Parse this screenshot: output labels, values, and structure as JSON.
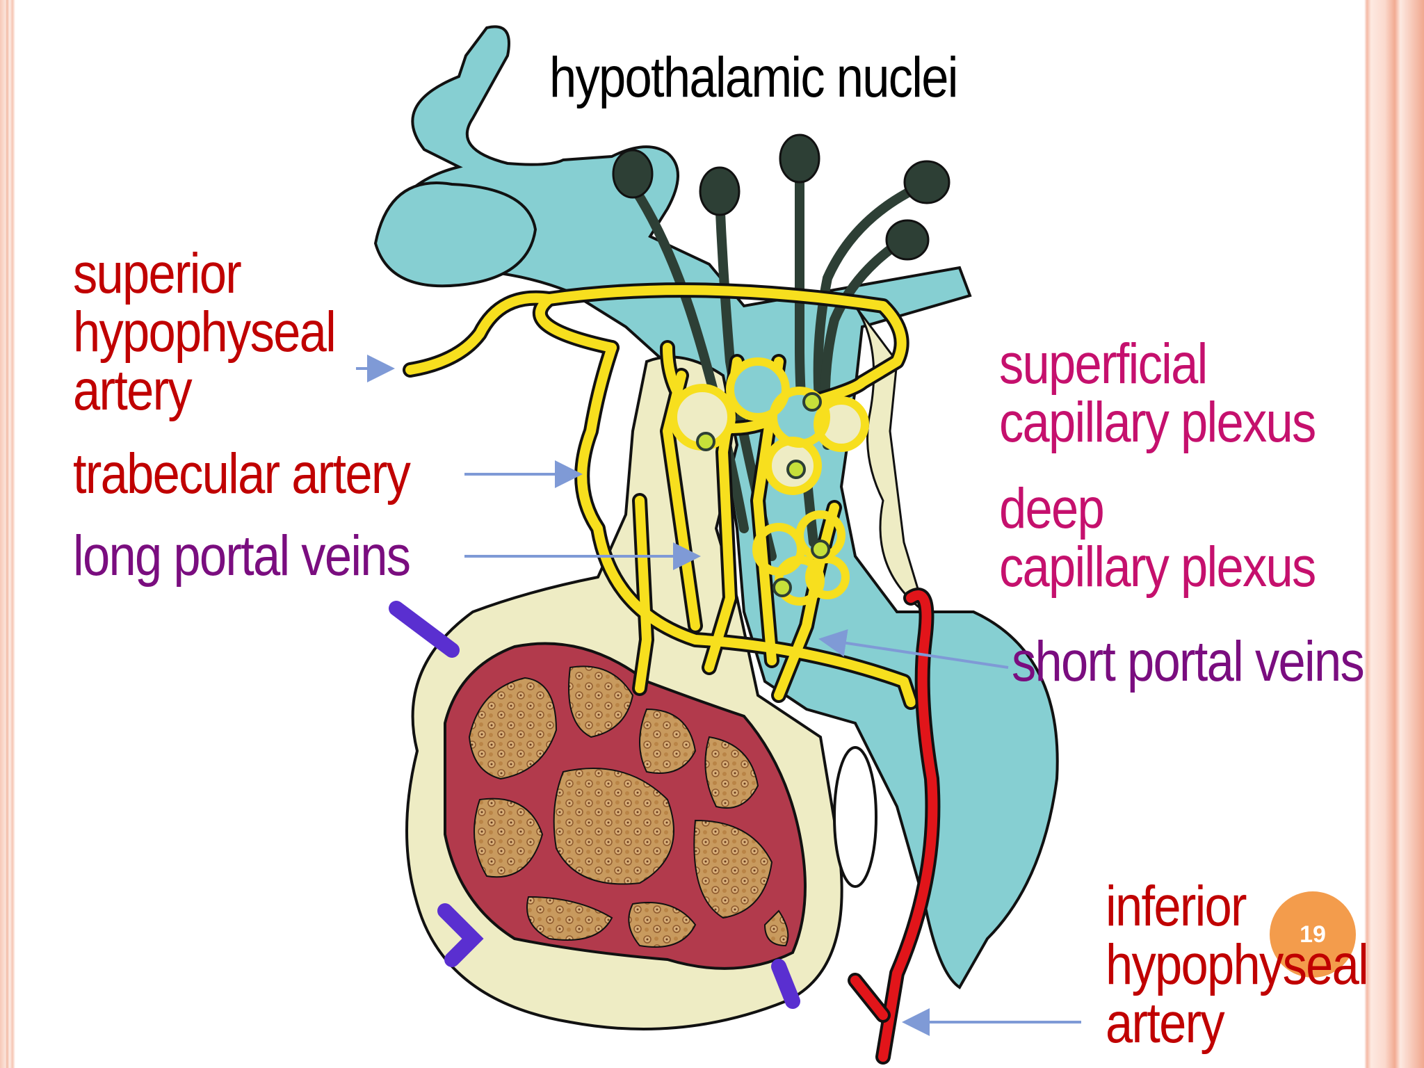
{
  "title": "hypothalamic nuclei",
  "labels": {
    "superior_hypophyseal_artery": "superior\nhypophyseal\nartery",
    "trabecular_artery": "trabecular artery",
    "long_portal_veins": "long portal veins",
    "superficial_capillary_plexus": "superficial\ncapillary plexus",
    "deep_capillary_plexus": "deep\ncapillary plexus",
    "short_portal_veins": "short portal veins",
    "inferior_hypophyseal_artery": "inferior\nhypophyseal\nartery"
  },
  "page_number": "19",
  "colors": {
    "artery_red": "#c00000",
    "vein_purple": "#7a0d7f",
    "plexus_magenta": "#c5106d",
    "arrow_blue": "#7f9ad6",
    "neural_teal": "#86cfd2",
    "capillary_yellow": "#f7df1e",
    "gland_cream": "#eeecc4",
    "lobe_maroon": "#b23a4c",
    "cells_tan": "#c89a5e",
    "neuron_dark": "#2d3f35",
    "badge_orange": "#f39c4c"
  }
}
